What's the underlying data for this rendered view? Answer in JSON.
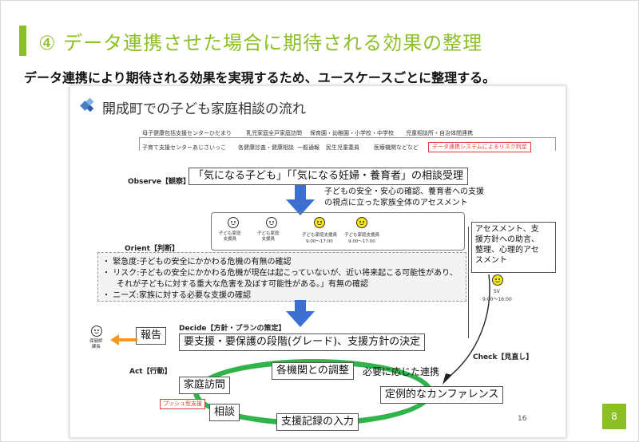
{
  "header": {
    "title": "④ データ連携させた場合に期待される効果の整理",
    "subtitle": "データ連携により期待される効果を実現するため、ユースケースごとに整理する。"
  },
  "slide": {
    "title": "開成町での子ども家庭相談の流れ",
    "page": "16",
    "orgs": {
      "row1": [
        "母子健康包括支援センターひだまり",
        "乳児家庭全戸家庭訪問",
        "保育園・幼稚園・小学校・中学校",
        "児童相談所・自治体間連携"
      ],
      "row2": [
        "子育て支援センターあじさいっこ",
        "各健康診査・健康相談",
        "一般通報",
        "民生児童委員",
        "医療機関などなど"
      ],
      "risk": "データ連携システムによるリスク判定"
    },
    "observe": {
      "label": "Observe【観察】",
      "box": "「気になる子ども」「「気になる妊婦・養育者」の相談受理"
    },
    "note": "子どもの安全・安心の確認、養育者への支援\nの視点に立った家族全体のアセスメント",
    "staff": [
      {
        "role": "子ども家庭\n支援員",
        "time": ""
      },
      {
        "role": "子ども家庭\n支援員",
        "time": ""
      },
      {
        "role": "子ども家庭支援員",
        "time": "9:00～17:00"
      },
      {
        "role": "子ども家庭支援員",
        "time": "9:00～17:00"
      }
    ],
    "orient": {
      "label": "Orient【判断】",
      "items": [
        "緊急度:子どもの安全にかかわる危機の有無の確認",
        "リスク:子どもの安全にかかわる危機が現在は起こっていないが、近い将来起こる可能性があり、",
        "それが子どもに対する重大な危害を及ぼす可能性がある。」有無の確認",
        "ニーズ:家族に対する必要な支援の確認"
      ]
    },
    "assessment_box": "アセスメント、支\n援方針への助言、\n整理、心理的アセ\nスメント",
    "sv": {
      "name": "SV",
      "time": "9:00～16:00"
    },
    "decide": {
      "label": "Decide【方針・プランの策定】",
      "box": "要支援・要保護の段階(グレード)、支援方針の決定"
    },
    "report": "報告",
    "health_chief": "保健師\n課長",
    "check": "Check【見直し】",
    "act": {
      "label": "Act【行動】",
      "coordination": "各機関との調整",
      "as_needed": "必要に応じた連携",
      "home_visit": "家庭訪問",
      "push": "プッシュ型支援",
      "consult": "相談",
      "record": "支援記録の入力",
      "conference": "定例的なカンファレンス"
    }
  },
  "page_number": "8",
  "colors": {
    "accent": "#8cbf26",
    "arrow_blue": "#3b6fd0",
    "cycle_green": "#2fb34a",
    "report_orange": "#f39a1e",
    "risk_red": "#e03b3b"
  }
}
